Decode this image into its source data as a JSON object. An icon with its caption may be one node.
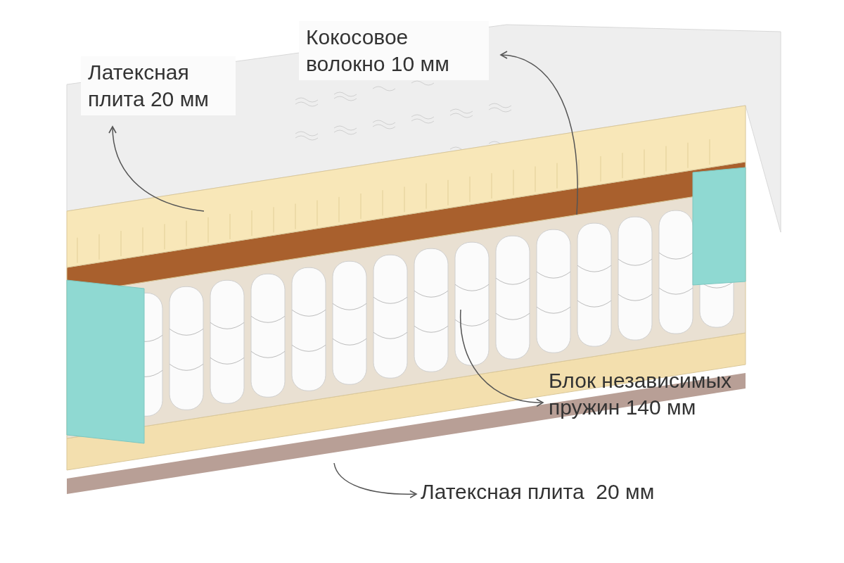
{
  "diagram": {
    "nodes": [
      {
        "text": [
          "Латексная плита 20 мм"
        ]
      },
      {
        "text": [
          "Кокосовое волокно 10 мм"
        ]
      },
      {
        "text": [
          "Блок независимых пружин 140 мм"
        ]
      },
      {
        "text": [
          "Латексная плита  20 мм"
        ]
      },
      {
        "text": [],
        "shape": "picture"
      },
      {
        "text": [],
        "shape": "picture"
      },
      {
        "text": [],
        "shape": "picture"
      },
      {
        "text": [],
        "shape": "picture"
      }
    ],
    "edges": [
      {
        "from": 4,
        "to": 0,
        "arrow": "to"
      },
      {
        "from": 5,
        "to": 1,
        "arrow": "to"
      },
      {
        "from": 6,
        "to": 2,
        "arrow": "to"
      },
      {
        "from": 7,
        "to": 3,
        "arrow": "to"
      }
    ]
  }
}
